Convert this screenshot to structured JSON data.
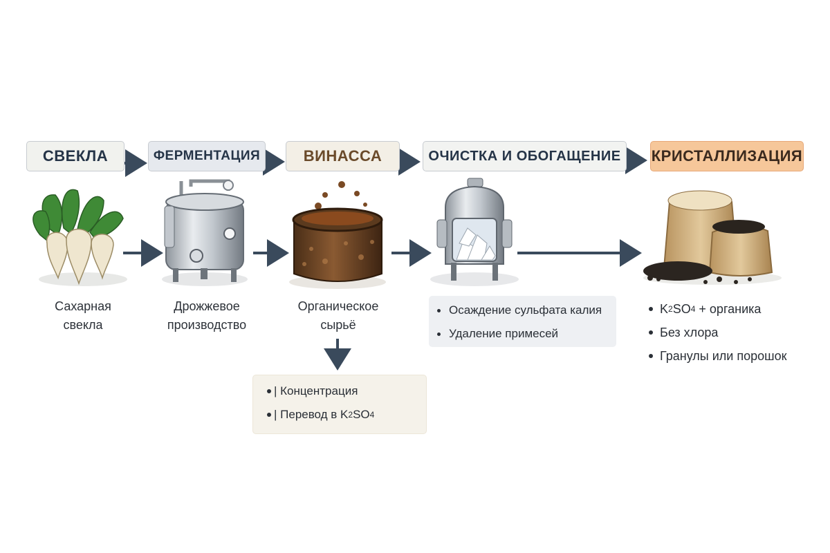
{
  "stages": [
    {
      "label": "СВЕКЛА",
      "caption_line1": "Сахарная",
      "caption_line2": "свекла"
    },
    {
      "label": "ФЕРМЕНТАЦИЯ",
      "caption_line1": "Дрожжевое",
      "caption_line2": "производство"
    },
    {
      "label": "ВИНАССА",
      "caption_line1": "Органическое",
      "caption_line2": "сырьё"
    },
    {
      "label": "ОЧИСТКА И ОБОГАЩЕНИЕ"
    },
    {
      "label": "КРИСТАЛЛИЗАЦИЯ"
    }
  ],
  "vinasse_branch": {
    "item1": "| Концентрация",
    "item2_prefix": "| Перевод в K",
    "item2_sub1": "2",
    "item2_mid": "SO",
    "item2_sub2": "4"
  },
  "purification_notes": {
    "item1": "Осаждение сульфата калия",
    "item2": "Удаление примесей"
  },
  "product_notes": {
    "item1_prefix": "K",
    "item1_sub1": "2",
    "item1_mid": "SO",
    "item1_sub2": "4",
    "item1_suffix": " + органика",
    "item2": "Без хлора",
    "item3": "Гранулы или порошок"
  },
  "colors": {
    "arrow": "#3a4a5c",
    "highlight": "#f6c79a",
    "card": "#eef0f3",
    "branch_card": "#f5f2ea"
  }
}
